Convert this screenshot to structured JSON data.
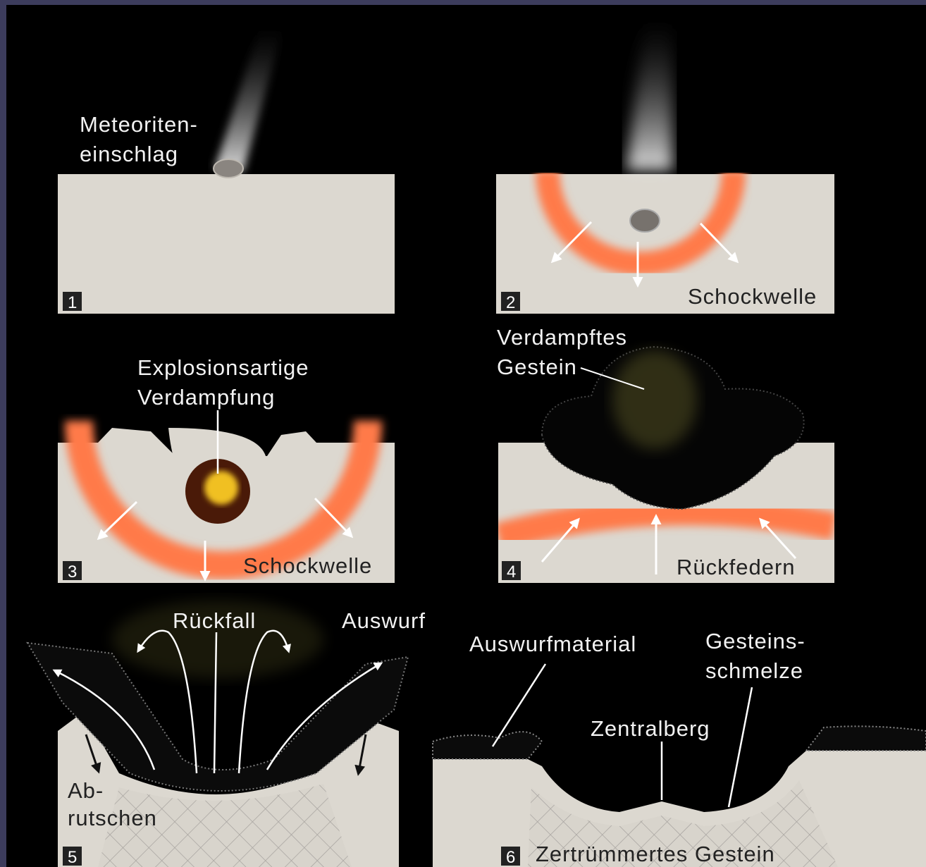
{
  "panels": [
    {
      "number": "1",
      "labels": [
        "Meteoriten-",
        "einschlag"
      ]
    },
    {
      "number": "2",
      "labels": [
        "Schockwelle"
      ]
    },
    {
      "number": "3",
      "labels": [
        "Explosionsartige",
        "Verdampfung",
        "Schockwelle"
      ]
    },
    {
      "number": "4",
      "labels": [
        "Verdampftes",
        "Gestein",
        "Rückfedern"
      ]
    },
    {
      "number": "5",
      "labels": [
        "Rückfall",
        "Auswurf",
        "Ab-",
        "rutschen"
      ]
    },
    {
      "number": "6",
      "labels": [
        "Auswurfmaterial",
        "Gesteins-",
        "schmelze",
        "Zentralberg",
        "Zertrümmertes Gestein"
      ]
    }
  ],
  "colors": {
    "background": "#000000",
    "frame": "#3c3c5c",
    "ground": "#dcd8d0",
    "shockwave": "#ff7a4a",
    "vapor": "#f0e860",
    "label": "#f2f2f2"
  }
}
